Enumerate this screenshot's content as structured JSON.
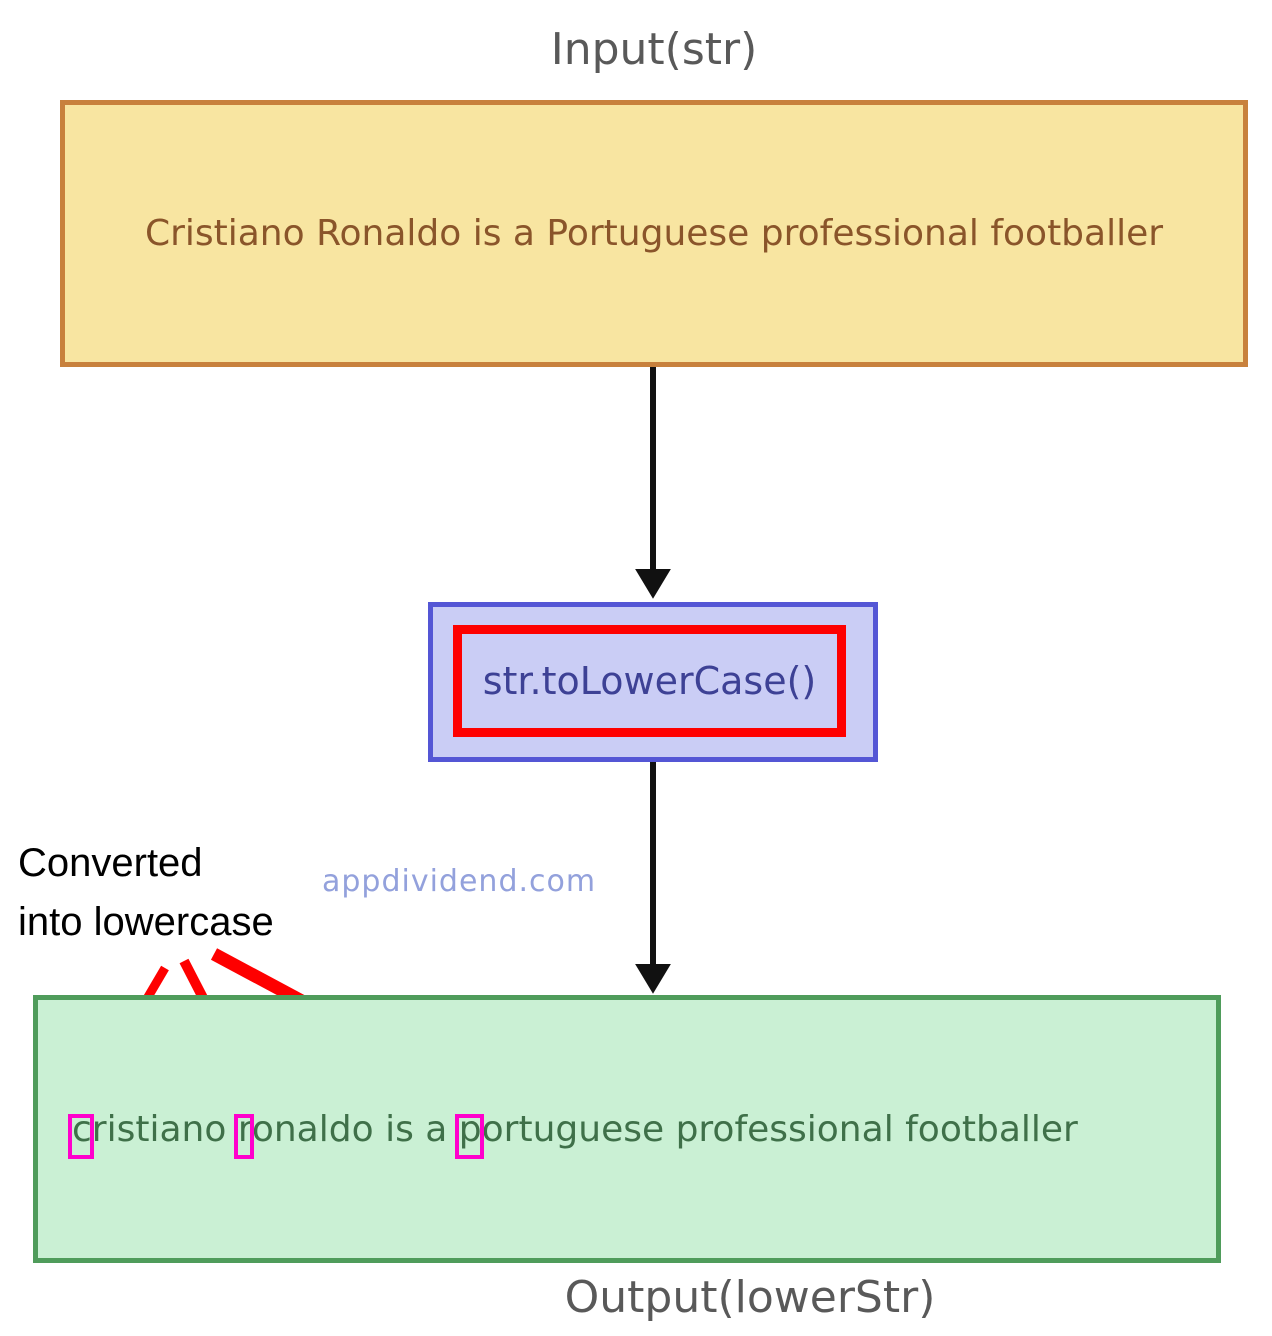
{
  "diagram": {
    "input_title": "Input(str)",
    "input_text": "Cristiano Ronaldo is a Portuguese professional footballer",
    "method_label": "str.toLowerCase()",
    "annotation_line1": "Converted",
    "annotation_line2": "into lowercase",
    "watermark": "appdividend.com",
    "output_parts": [
      "c",
      "ristiano ",
      "r",
      "onaldo is a ",
      "p",
      "ortuguese professional footballer"
    ],
    "output_text_full": "cristiano ronaldo is a portuguese professional footballer",
    "output_title": "Output(lowerStr)",
    "colors": {
      "input_box_bg": "#f8e5a1",
      "input_box_border": "#c8813d",
      "input_text": "#8a552a",
      "method_box_bg": "#cacdf5",
      "method_box_border": "#5456d5",
      "method_text": "#3d4195",
      "method_highlight_frame": "#fe0000",
      "flow_arrow": "#111111",
      "pointer_arrows": "#fe0000",
      "output_box_bg": "#caf0d4",
      "output_box_border": "#4f9c5b",
      "output_text": "#3f7049",
      "letter_frame": "#ff00cc",
      "title_text": "#595959",
      "annotation_text": "#000000",
      "watermark_text": "#93a1dc"
    }
  }
}
